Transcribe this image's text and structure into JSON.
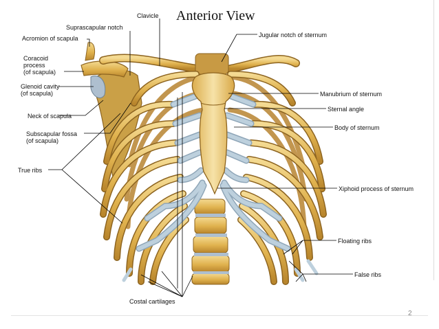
{
  "slide": {
    "title": "Anterior View",
    "page_number": "2"
  },
  "labels": {
    "clavicle": "Clavicle",
    "suprascapular_notch": "Suprascapular notch",
    "acromion": "Acromion of scapula",
    "coracoid_1": "Coracoid",
    "coracoid_2": "process",
    "coracoid_3": "(of scapula)",
    "glenoid_1": "Glenoid cavity",
    "glenoid_2": "(of scapula)",
    "neck": "Neck of scapula",
    "subscapular_1": "Subscapular fossa",
    "subscapular_2": "(of scapula)",
    "true_ribs": "True ribs",
    "jugular_notch": "Jugular notch of sternum",
    "manubrium": "Manubrium of sternum",
    "sternal_angle": "Sternal angle",
    "body_sternum": "Body of sternum",
    "xiphoid": "Xiphoid process of sternum",
    "floating_ribs": "Floating ribs",
    "false_ribs": "False ribs",
    "costal_cartilages": "Costal cartilages"
  },
  "colors": {
    "bone": "#e0b24e",
    "bone_light": "#f3d98f",
    "bone_dark": "#b27e25",
    "cartilage": "#b9cbd8",
    "cartilage_dark": "#8fa6b8",
    "leader": "#000000"
  }
}
